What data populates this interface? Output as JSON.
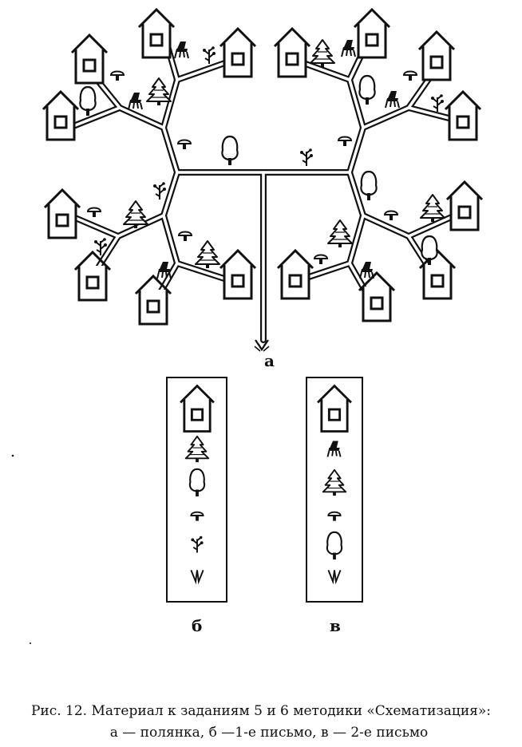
{
  "labels": {
    "a": "а",
    "b": "б",
    "c": "в"
  },
  "caption": {
    "line1": "Рис. 12. Материал к заданиям 5 и 6 методики «Схематизация»:",
    "line2": "а — полянка, б —1-е письмо, в — 2-е письмо"
  },
  "diagram": {
    "icons": [
      "house-icon",
      "spruce-tree-icon",
      "deciduous-tree-icon",
      "mushroom-icon",
      "flower-icon",
      "chair-icon",
      "grass-tuft-icon"
    ],
    "letter_1_sequence": [
      "house-icon",
      "spruce-tree-icon",
      "deciduous-tree-icon",
      "mushroom-icon",
      "flower-icon",
      "grass-tuft-icon"
    ],
    "letter_2_sequence": [
      "house-icon",
      "chair-icon",
      "spruce-tree-icon",
      "mushroom-icon",
      "deciduous-tree-icon",
      "grass-tuft-icon"
    ]
  },
  "colors": {
    "ink": "#111111",
    "paper": "#ffffff"
  }
}
